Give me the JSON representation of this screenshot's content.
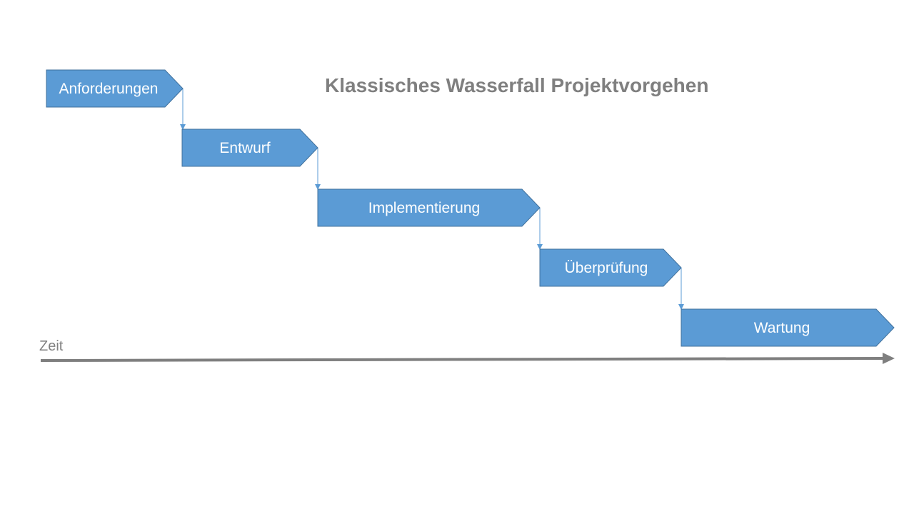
{
  "diagram": {
    "title": "Klassisches Wasserfall Projektvorgehen",
    "axis_label": "Zeit",
    "colors": {
      "phase_fill": "#5b9bd5",
      "phase_stroke": "#41719c",
      "connector": "#5b9bd5",
      "axis": "#7f7f7f",
      "title": "#7f7f7f"
    },
    "phases": [
      {
        "label": "Anforderungen"
      },
      {
        "label": "Entwurf"
      },
      {
        "label": "Implementierung"
      },
      {
        "label": "Überprüfung"
      },
      {
        "label": "Wartung"
      }
    ],
    "connectors": [
      {
        "from": "Anforderungen",
        "to": "Entwurf"
      },
      {
        "from": "Entwurf",
        "to": "Implementierung"
      },
      {
        "from": "Implementierung",
        "to": "Überprüfung"
      },
      {
        "from": "Überprüfung",
        "to": "Wartung"
      }
    ]
  }
}
